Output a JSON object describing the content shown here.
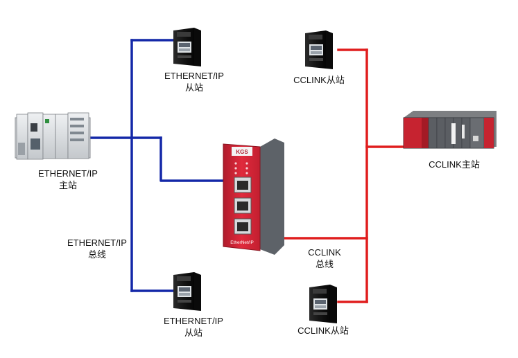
{
  "colors": {
    "ethernet_bus": "#1428a8",
    "cclink_bus": "#e01e1e",
    "device_dark": "#1b1b1b",
    "gateway_red": "#d8263a",
    "plc_red": "#c62330"
  },
  "icons": {
    "ethernet_master": "plc-rack-icon",
    "ethernet_slave": "servo-drive-icon",
    "cclink_slave": "servo-drive-icon",
    "gateway": "gateway-module-icon",
    "cclink_master": "mitsubishi-plc-icon"
  },
  "labels": {
    "ethernet_slave_top": [
      "ETHERNET/IP",
      "从站"
    ],
    "ethernet_slave_bottom": [
      "ETHERNET/IP",
      "从站"
    ],
    "ethernet_master": [
      "ETHERNET/IP",
      "主站"
    ],
    "ethernet_bus": [
      "ETHERNET/IP",
      "总线"
    ],
    "cclink_slave_top": "CCLINK从站",
    "cclink_slave_bottom": "CCLINK从站",
    "cclink_master": "CCLINK主站",
    "cclink_bus": [
      "CCLINK",
      "总线"
    ],
    "gateway_brand": "EtherNet/IP",
    "gateway_logo": "KGS"
  }
}
